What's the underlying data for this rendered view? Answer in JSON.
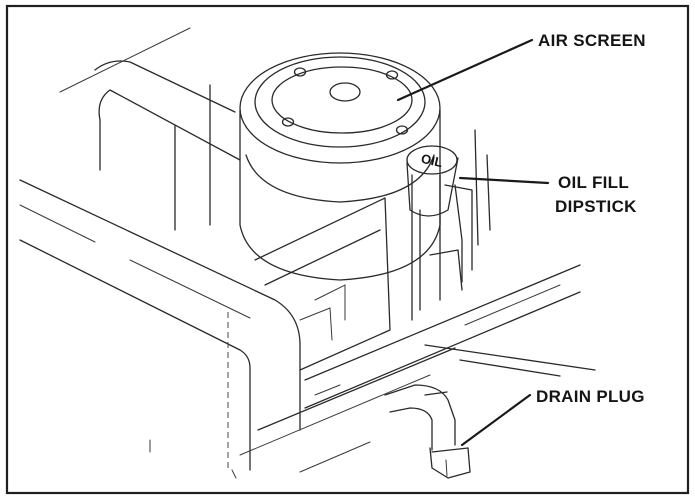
{
  "labels": {
    "air_screen": "AIR SCREEN",
    "oil_fill": "OIL FILL",
    "dipstick": "DIPSTICK",
    "drain_plug": "DRAIN PLUG",
    "dipstick_cap": "OIL"
  }
}
